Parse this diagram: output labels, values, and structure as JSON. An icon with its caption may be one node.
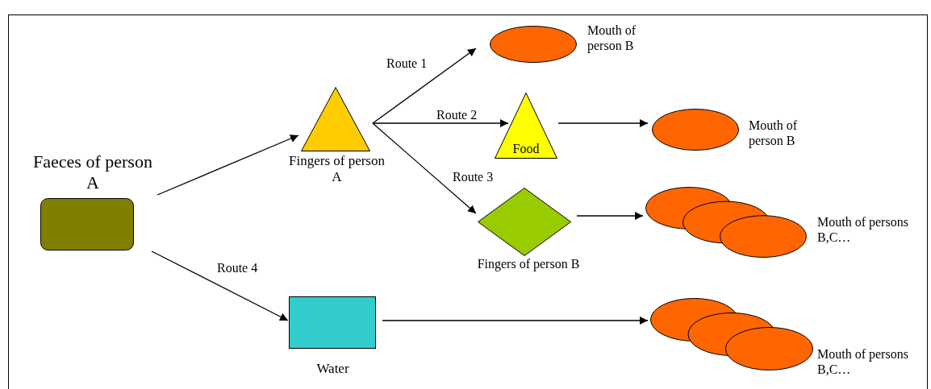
{
  "diagram": {
    "nodes": [
      {
        "text": [
          "Faeces of person A"
        ]
      },
      {
        "text": [
          "Fingers of person A"
        ]
      },
      {
        "text": [
          "Mouth of person B"
        ]
      },
      {
        "text": [
          "Food"
        ]
      },
      {
        "text": [
          "Mouth of person B"
        ]
      },
      {
        "text": [
          "Fingers of person B"
        ]
      },
      {
        "text": [
          "Mouth of persons B,C…"
        ]
      },
      {
        "text": [
          "Water"
        ]
      },
      {
        "text": [
          "Mouth of persons B,C…"
        ]
      }
    ],
    "edges": [
      {
        "from": 0,
        "to": 1,
        "arrow": "to"
      },
      {
        "from": 1,
        "to": 2,
        "arrow": "to",
        "label": "Route 1"
      },
      {
        "from": 1,
        "to": 3,
        "arrow": "to",
        "label": "Route 2"
      },
      {
        "from": 1,
        "to": 5,
        "arrow": "to",
        "label": "Route 3"
      },
      {
        "from": 0,
        "to": 7,
        "arrow": "to",
        "label": "Route 4"
      },
      {
        "from": 3,
        "to": 4,
        "arrow": "to"
      },
      {
        "from": 5,
        "to": 6,
        "arrow": "to"
      },
      {
        "from": 7,
        "to": 8,
        "arrow": "to"
      }
    ]
  }
}
